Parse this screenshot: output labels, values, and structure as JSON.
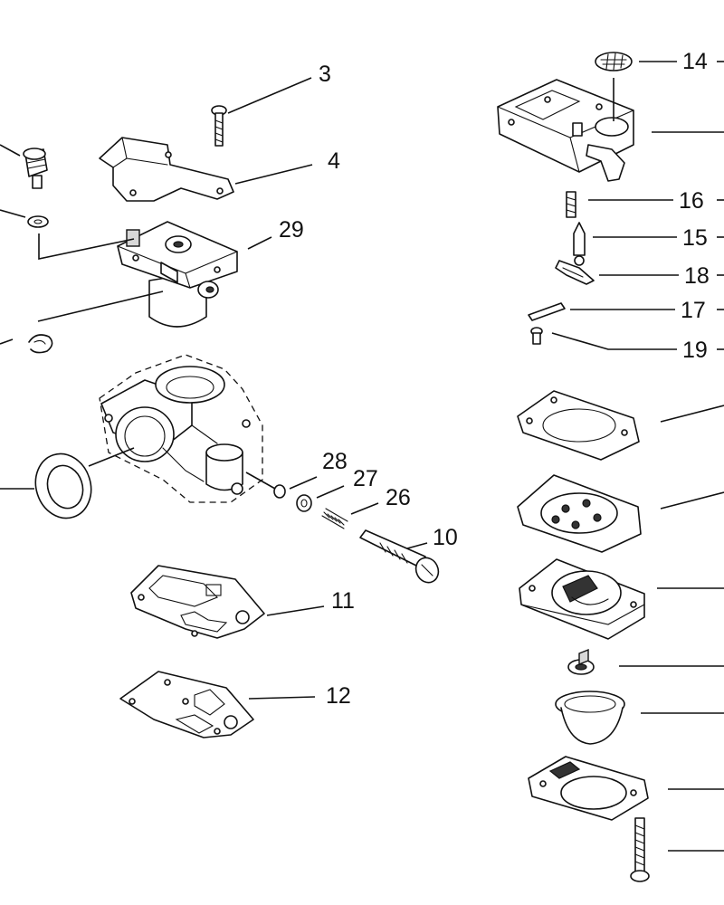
{
  "callouts": {
    "c3": "3",
    "c4": "4",
    "c29": "29",
    "c28": "28",
    "c27": "27",
    "c26": "26",
    "c10": "10",
    "c11": "11",
    "c12": "12",
    "c14": "14",
    "c16": "16",
    "c15": "15",
    "c18": "18",
    "c17": "17",
    "c19": "19"
  }
}
